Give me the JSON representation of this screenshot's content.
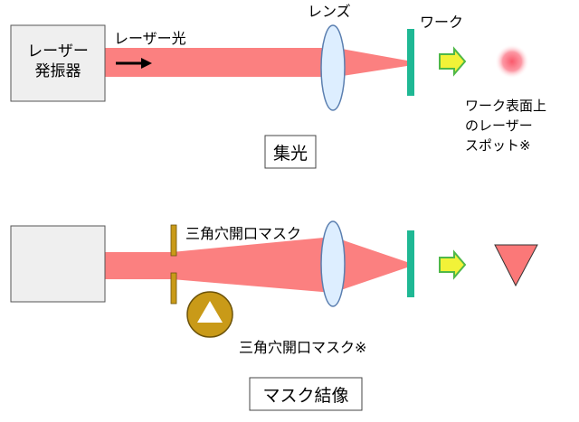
{
  "top": {
    "laser_device_line1": "レーザー",
    "laser_device_line2": "発振器",
    "laser_light_label": "レーザー光",
    "lens_label": "レンズ",
    "work_label": "ワーク",
    "spot_note_line1": "ワーク表面上",
    "spot_note_line2": "のレーザー",
    "spot_note_line3": "スポット※",
    "caption": "集光"
  },
  "bottom": {
    "mask_label": "三角穴開口マスク",
    "mask_note": "三角穴開口マスク※",
    "caption": "マスク結像"
  },
  "colors": {
    "beam": "#fb8080",
    "lens_fill": "#ddeeff",
    "lens_stroke": "#5b7fb0",
    "work": "#1fb894",
    "arrow_fill": "#f2f238",
    "arrow_stroke": "#4fb848",
    "mask": "#c99a18",
    "device_fill": "#efefef"
  }
}
